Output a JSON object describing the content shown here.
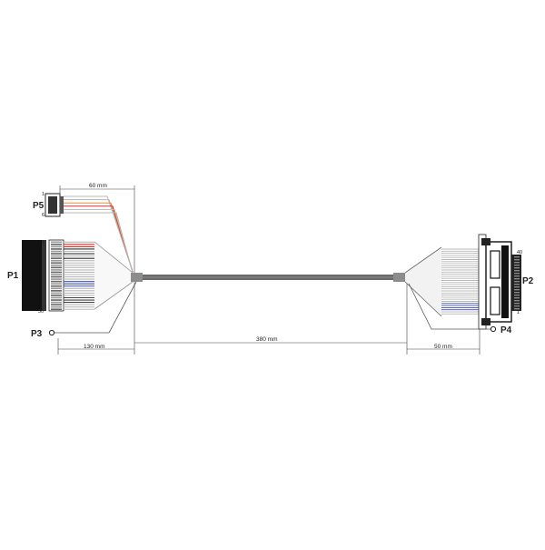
{
  "labels": {
    "p1": "P1",
    "p2": "P2",
    "p3": "P3",
    "p4": "P4",
    "p5": "P5"
  },
  "dimensions": {
    "p5_length": "60 mm",
    "left_fan": "130 mm",
    "main_length": "380 mm",
    "right_fan": "50 mm"
  },
  "pins": {
    "p1_first": "1",
    "p1_last": "30",
    "p2_first": "40",
    "p2_last": "1",
    "p5_first": "1",
    "p5_last": "6"
  },
  "colors": {
    "cable": "#6a6a6a",
    "sleeve": "#8c8c8c",
    "connector": "#1a1a1a",
    "wire_red": "#d8332a",
    "wire_orange": "#e88a3a",
    "wire_blue": "#3b4fb0",
    "wire_grey": "#b8b8b8"
  }
}
